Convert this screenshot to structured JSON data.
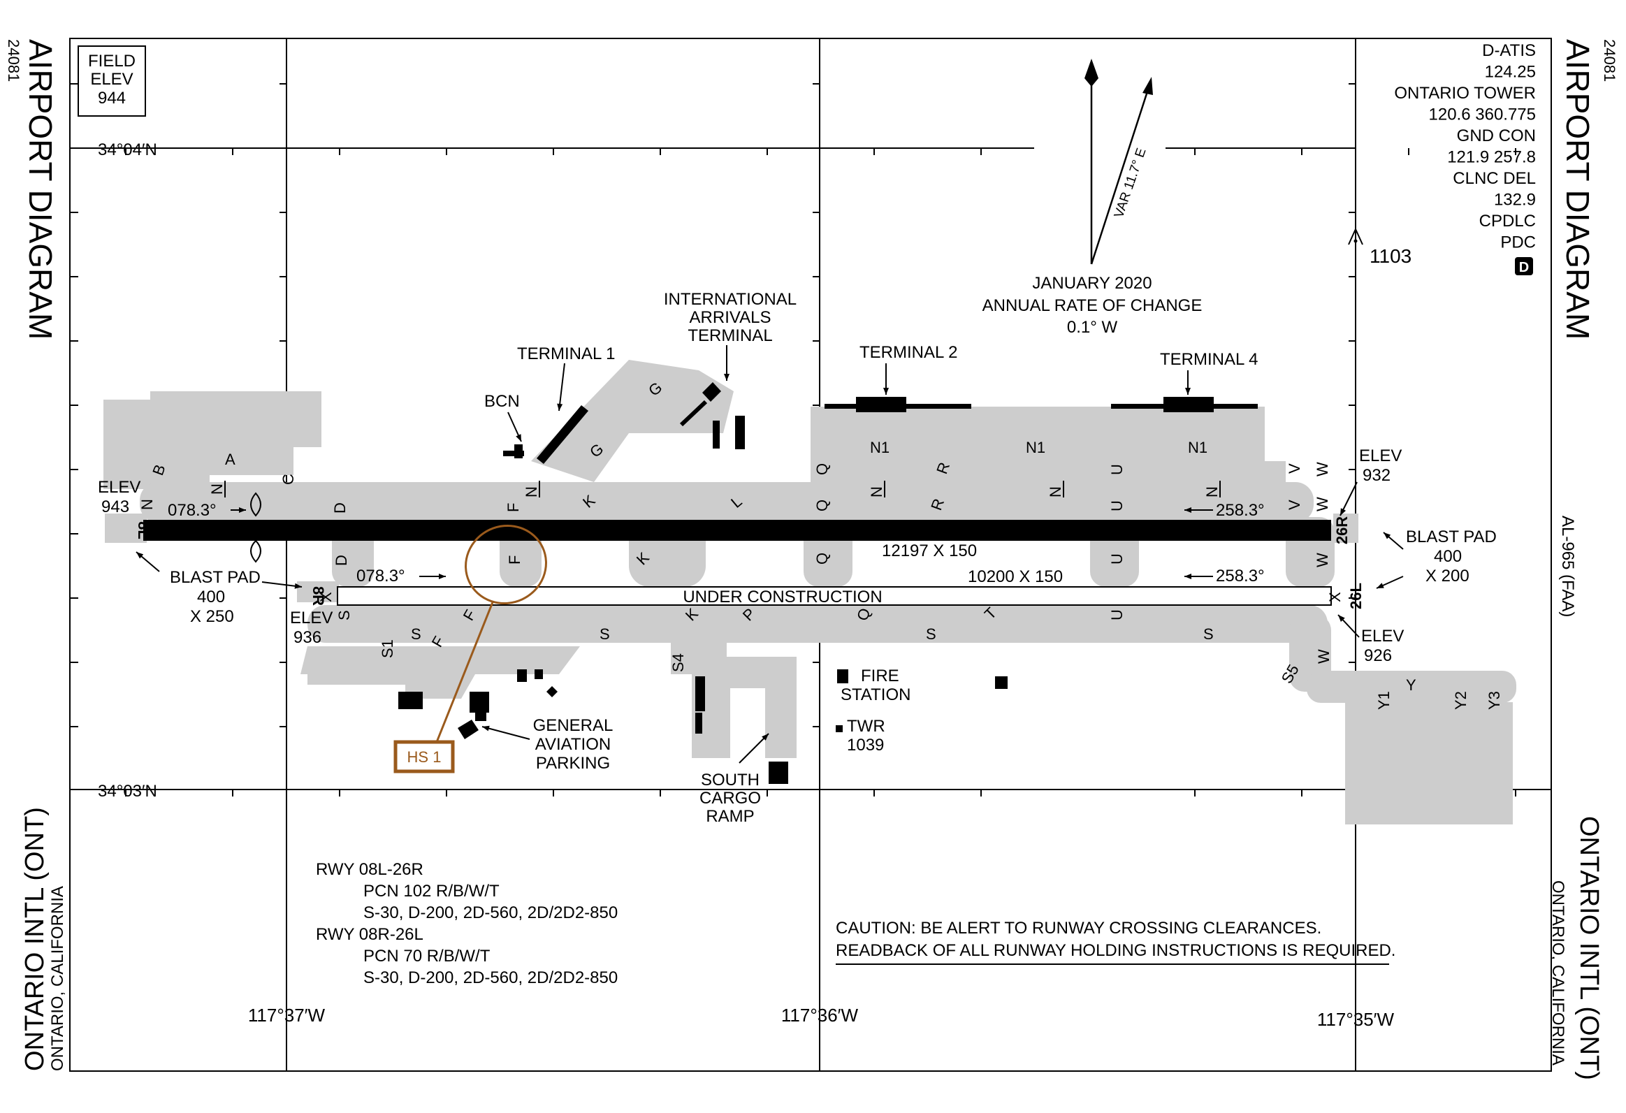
{
  "header": {
    "doc_number": "24081",
    "title": "AIRPORT DIAGRAM",
    "side_amendment": "AL-965 (FAA)",
    "airport_name": "ONTARIO INTL  (ONT)",
    "city_state": "ONTARIO, CALIFORNIA"
  },
  "field_elevation": {
    "label_line1": "FIELD",
    "label_line2": "ELEV",
    "value": "944"
  },
  "frequencies": [
    "D-ATIS",
    "124.25",
    "ONTARIO TOWER",
    "120.6 360.775",
    "GND CON",
    "121.9 257.8",
    "CLNC DEL",
    "132.9",
    "CPDLC",
    "PDC"
  ],
  "frequency_badge": "D",
  "magnetic": {
    "variation": "VAR 11.7° E",
    "epoch_line1": "JANUARY 2020",
    "epoch_line2": "ANNUAL RATE OF CHANGE",
    "epoch_line3": "0.1° W"
  },
  "obstacle_elevation": "1103",
  "coordinates": {
    "lat_north": "34°04′N",
    "lat_south": "34°03′N",
    "lon_west": "117°37′W",
    "lon_mid": "117°36′W",
    "lon_east": "117°35′W"
  },
  "runways": {
    "north": {
      "end_west": "8L",
      "end_east": "26R",
      "dimensions": "12197 X 150",
      "hdg_west": "078.3°",
      "hdg_east": "258.3°",
      "elev_west_label": "ELEV",
      "elev_west": "943",
      "elev_east_label": "ELEV",
      "elev_east": "932"
    },
    "south": {
      "end_west": "8R",
      "end_east": "26L",
      "dimensions": "10200 X 150",
      "hdg_west": "078.3°",
      "hdg_east": "258.3°",
      "status": "UNDER CONSTRUCTION",
      "elev_west_label": "ELEV",
      "elev_west": "936",
      "elev_east_label": "ELEV",
      "elev_east": "926"
    }
  },
  "blast_pads": {
    "west": {
      "line1": "BLAST PAD",
      "line2": "400",
      "line3": "X 250"
    },
    "east": {
      "line1": "BLAST PAD",
      "line2": "400",
      "line3": "X 200"
    }
  },
  "facilities": {
    "terminal_1": "TERMINAL 1",
    "terminal_2": "TERMINAL 2",
    "terminal_4": "TERMINAL 4",
    "intl_line1": "INTERNATIONAL",
    "intl_line2": "ARRIVALS",
    "intl_line3": "TERMINAL",
    "bcn": "BCN",
    "fire_line1": "FIRE",
    "fire_line2": "STATION",
    "twr_line1": "TWR",
    "twr_line2": "1039",
    "ga_line1": "GENERAL",
    "ga_line2": "AVIATION",
    "ga_line3": "PARKING",
    "cargo_line1": "SOUTH",
    "cargo_line2": "CARGO",
    "cargo_line3": "RAMP"
  },
  "hot_spot": "HS 1",
  "taxiways": {
    "A": "A",
    "B": "B",
    "C": "C",
    "D": "D",
    "F": "F",
    "G": "G",
    "K": "K",
    "L": "L",
    "N": "N",
    "N1": "N1",
    "P": "P",
    "Q": "Q",
    "R": "R",
    "S": "S",
    "S1": "S1",
    "S4": "S4",
    "S5": "S5",
    "T": "T",
    "U": "U",
    "V": "V",
    "W": "W",
    "X": "X",
    "Y": "Y",
    "Y1": "Y1",
    "Y2": "Y2",
    "Y3": "Y3"
  },
  "runway_data": {
    "rwy1": "RWY 08L-26R",
    "rwy1_pcn": "PCN 102 R/B/W/T",
    "rwy1_weights": "S-30, D-200, 2D-560, 2D/2D2-850",
    "rwy2": "RWY 08R-26L",
    "rwy2_pcn": "PCN 70 R/B/W/T",
    "rwy2_weights": "S-30, D-200, 2D-560, 2D/2D2-850"
  },
  "caution": {
    "line1": "CAUTION:  BE ALERT TO RUNWAY CROSSING CLEARANCES.",
    "line2": "READBACK OF ALL RUNWAY HOLDING INSTRUCTIONS IS REQUIRED."
  },
  "colors": {
    "pavement": "#cdcdcd",
    "runway": "#000000",
    "hot_spot": "#9a5a1c"
  }
}
